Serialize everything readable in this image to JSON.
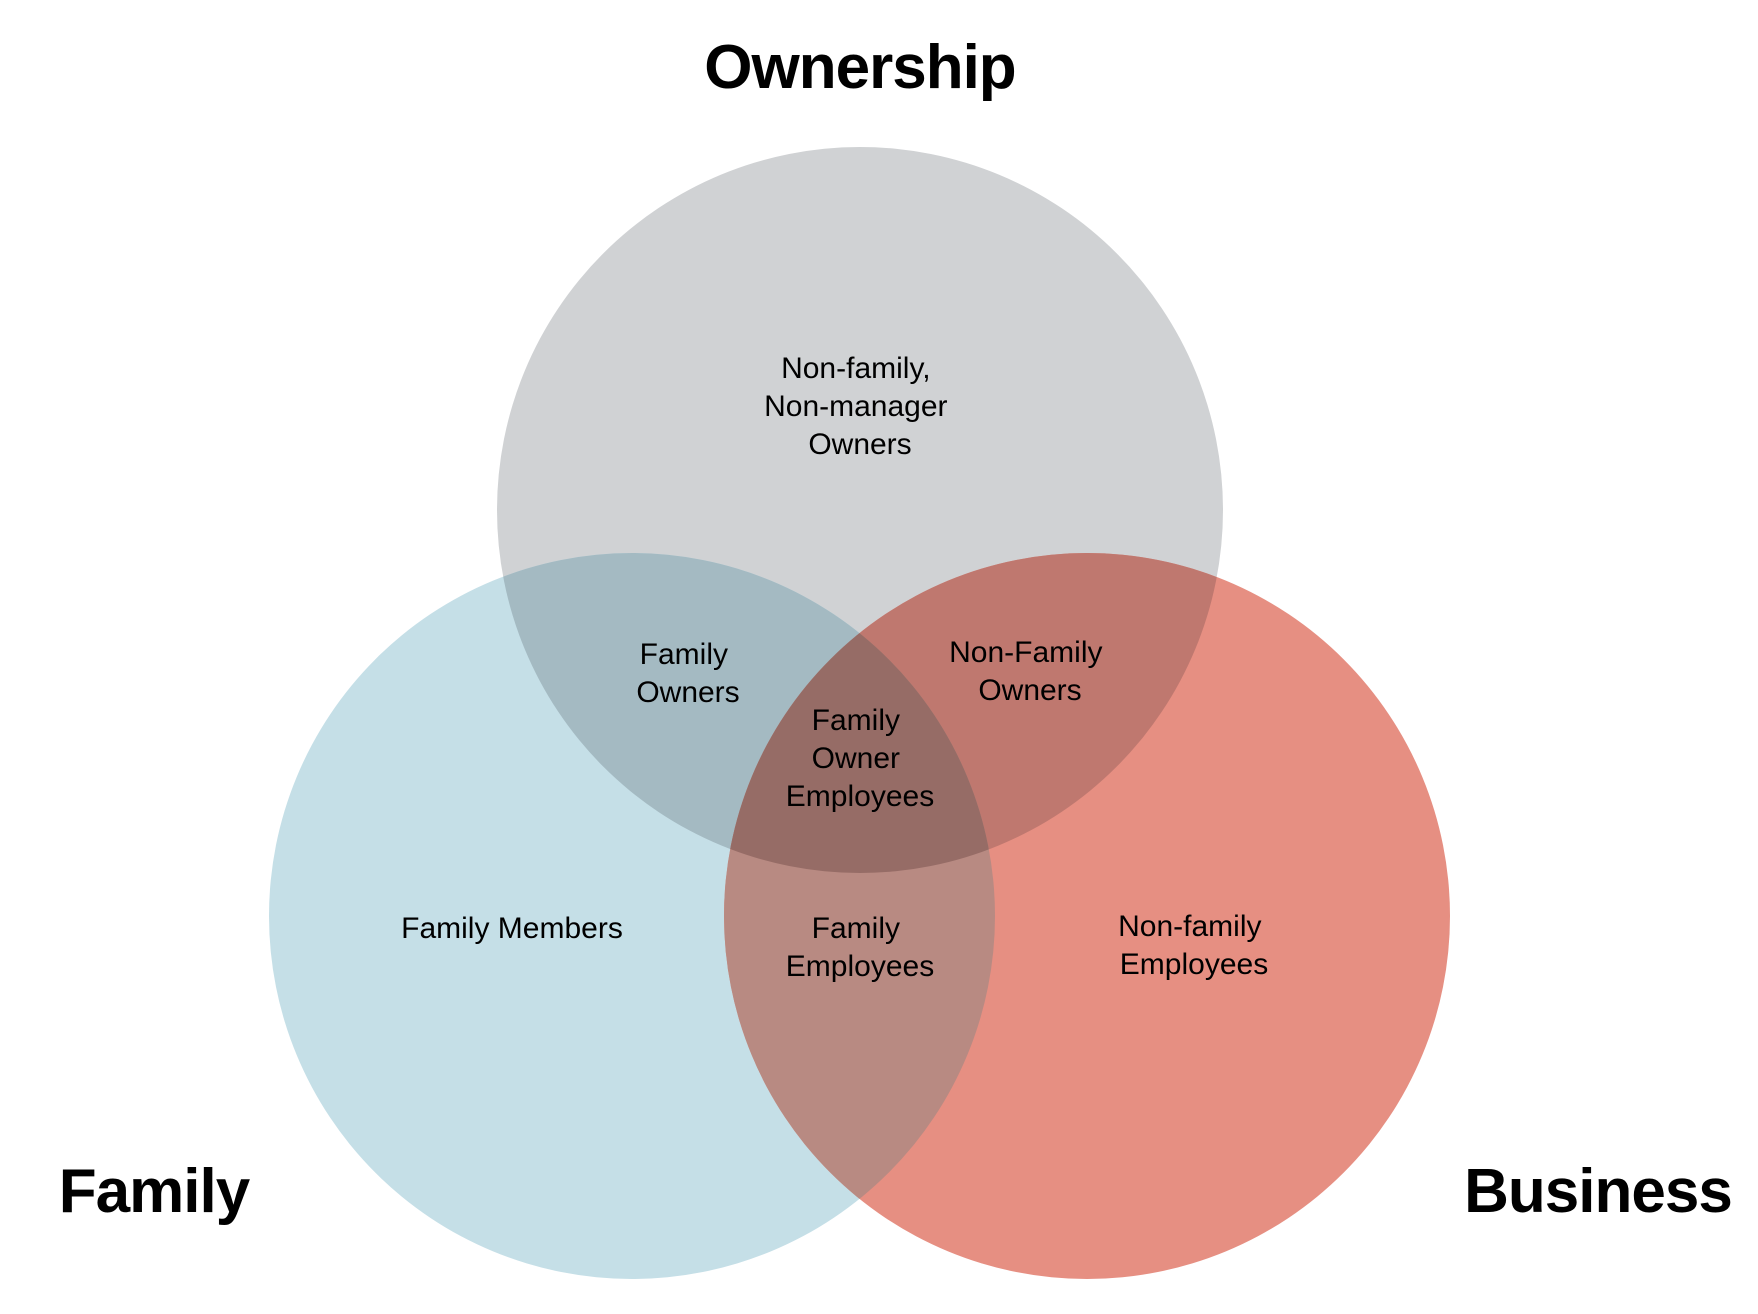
{
  "sets": {
    "ownership": {
      "title": "Ownership",
      "color": "#d0d2d4"
    },
    "family": {
      "title": "Family",
      "color": "#c5dfe7"
    },
    "business": {
      "title": "Business",
      "color": "#e68f82"
    }
  },
  "regions": {
    "ownership_only": [
      "Non-family,",
      "Non-manager",
      "Owners"
    ],
    "family_ownership": [
      "Family",
      "Owners"
    ],
    "ownership_business": [
      "Non-Family",
      "Owners"
    ],
    "all_three": [
      "Family",
      "Owner",
      "Employees"
    ],
    "family_only": [
      "Family Members"
    ],
    "family_business": [
      "Family",
      "Employees"
    ],
    "business_only": [
      "Non-family",
      "Employees"
    ]
  },
  "overlap_colors": {
    "family_ownership": "#a4bac2",
    "ownership_business": "#bf786f",
    "family_business": "#b88a82",
    "all_three": "#966c66"
  }
}
